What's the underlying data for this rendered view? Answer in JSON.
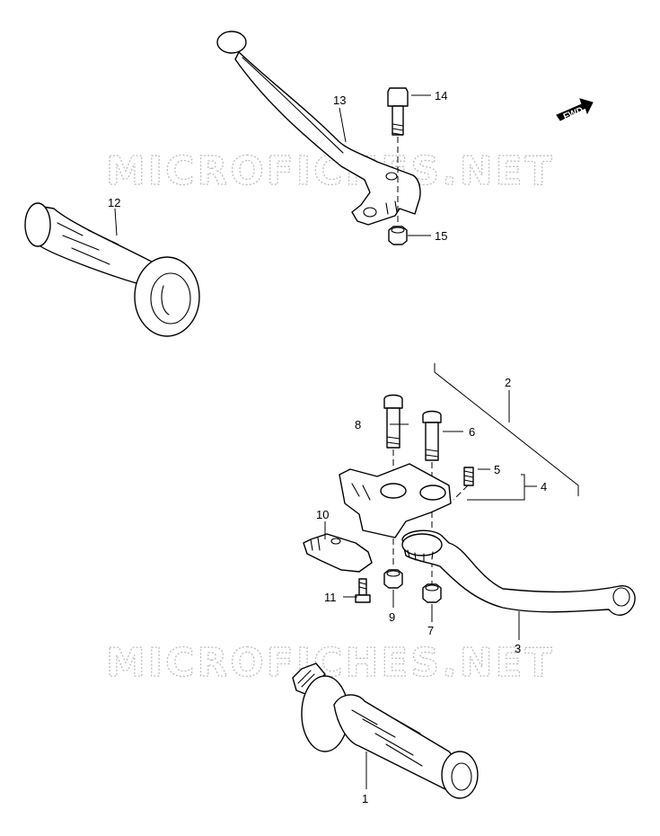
{
  "watermark": {
    "text": "MICROFICHES.NET"
  },
  "direction_badge": {
    "text": "FWD"
  },
  "callouts": {
    "c1": "1",
    "c2": "2",
    "c3": "3",
    "c4": "4",
    "c5": "5",
    "c6": "6",
    "c7": "7",
    "c8": "8",
    "c9": "9",
    "c10": "10",
    "c11": "11",
    "c12": "12",
    "c13": "13",
    "c14": "14",
    "c15": "15"
  },
  "colors": {
    "line": "#000000",
    "watermark": "#bdbdbd",
    "background": "#ffffff"
  }
}
